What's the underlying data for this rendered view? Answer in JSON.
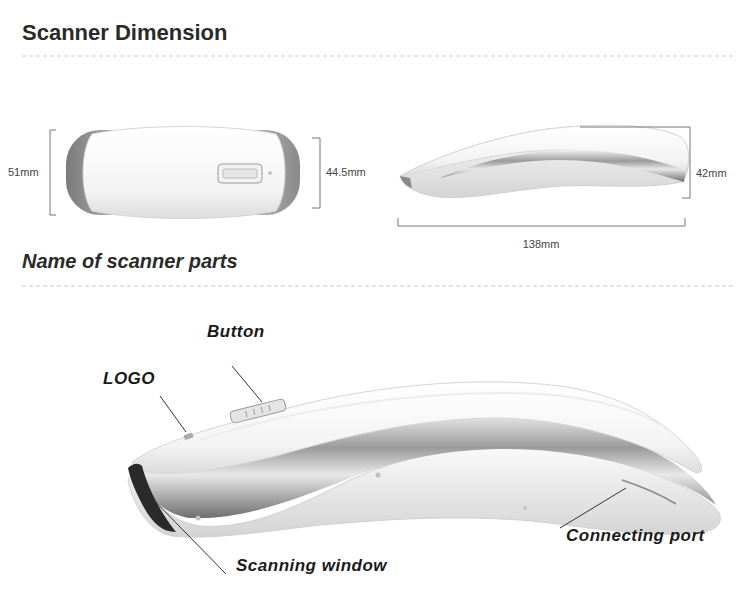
{
  "diagram": {
    "title": "Scanner Dimension",
    "labels": [
      "51mm",
      "44.5mm",
      "42mm",
      "138mm",
      "Name of scanner parts",
      "Button",
      "LOGO",
      "Scanning window",
      "Connecting port"
    ]
  }
}
